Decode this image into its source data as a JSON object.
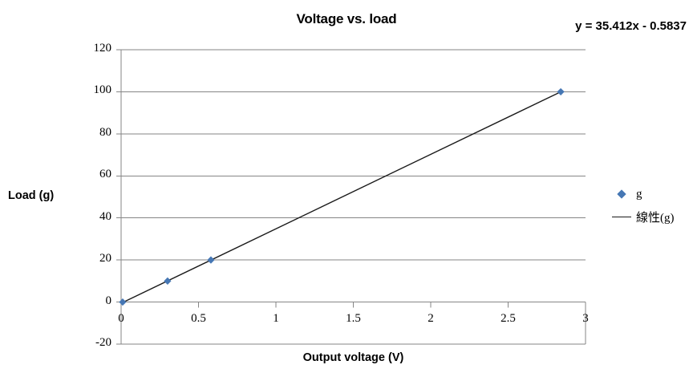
{
  "chart_data": {
    "type": "scatter",
    "title": "Voltage vs. load",
    "xlabel": "Output voltage (V)",
    "ylabel": "Load (g)",
    "xlim": [
      0,
      3
    ],
    "ylim": [
      -20,
      120
    ],
    "xticks": [
      "0",
      "0.5",
      "1",
      "1.5",
      "2",
      "2.5",
      "3"
    ],
    "xtick_values": [
      0,
      0.5,
      1,
      1.5,
      2,
      2.5,
      3
    ],
    "yticks": [
      "-20",
      "0",
      "20",
      "40",
      "60",
      "80",
      "100",
      "120"
    ],
    "ytick_values": [
      -20,
      0,
      20,
      40,
      60,
      80,
      100,
      120
    ],
    "grid": "horizontal",
    "legend_position": "right",
    "series": [
      {
        "name": "g",
        "type": "scatter",
        "marker": "diamond",
        "color": "#4677B4",
        "points": [
          {
            "x": 0.01,
            "y": 0
          },
          {
            "x": 0.3,
            "y": 10
          },
          {
            "x": 0.58,
            "y": 20
          },
          {
            "x": 2.84,
            "y": 100
          }
        ]
      },
      {
        "name": "線性(g)",
        "type": "line",
        "color": "#1a1a1a",
        "equation": "y = 35.412x - 0.5837",
        "slope": 35.412,
        "intercept": -0.5837
      }
    ],
    "annotations": [
      {
        "name": "trendline-equation",
        "text": "y = 35.412x - 0.5837"
      }
    ]
  },
  "legend": {
    "entries": [
      {
        "label": "g",
        "key": "diamond-marker",
        "color": "#4677B4"
      },
      {
        "label": "線性(g)",
        "key": "line-marker",
        "color": "#1a1a1a"
      }
    ]
  },
  "colors": {
    "marker": "#4677B4",
    "trendline": "#1a1a1a",
    "gridline": "#868686",
    "axis": "#868686",
    "text": "#000000",
    "background": "#ffffff"
  }
}
